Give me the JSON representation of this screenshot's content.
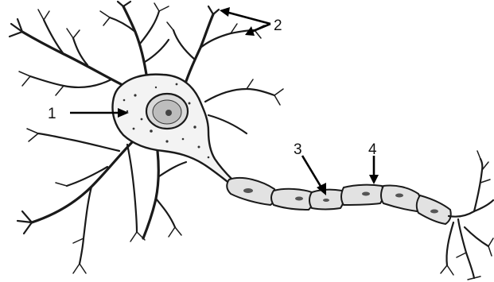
{
  "labels": {
    "one": "1",
    "two": "2",
    "three": "3",
    "four": "4"
  },
  "colors": {
    "ink": "#1a1a1a",
    "soma_fill": "#f3f3f3",
    "myelin_fill": "#e2e2e2"
  }
}
